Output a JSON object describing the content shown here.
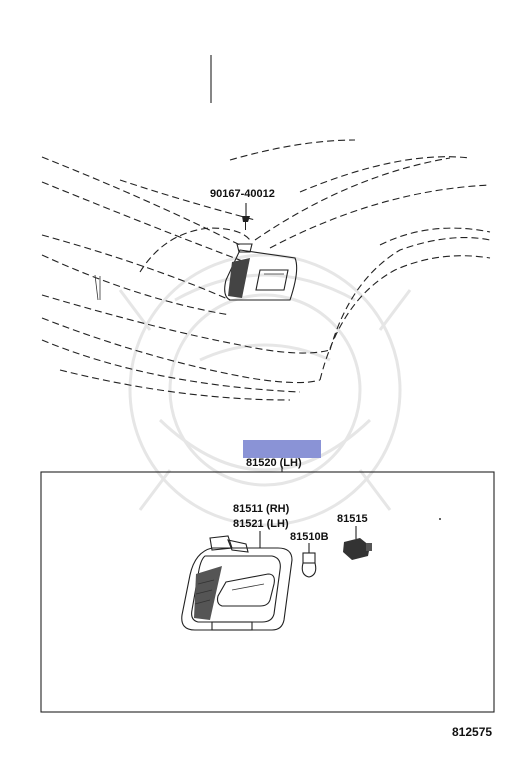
{
  "labels": {
    "clip_part": "90167-40012",
    "assembly_upper": "81520 (LH)",
    "lamp_rh": "81511 (RH)",
    "lamp_lh": "81521 (LH)",
    "bulb": "81510B",
    "socket": "81515",
    "figure_number": "812575"
  },
  "colors": {
    "line": "#222222",
    "highlight_box": "#8a93d6",
    "watermark": "#e6e6e6"
  }
}
